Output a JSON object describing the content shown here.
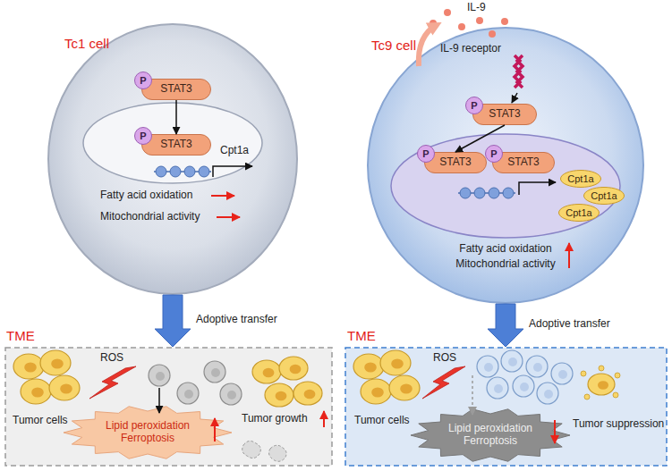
{
  "diagram": {
    "nodes": [
      {
        "text": [
          "Tc1 cell"
        ]
      },
      {
        "text": [
          "STAT3"
        ],
        "in": 0
      },
      {
        "text": [
          "P"
        ],
        "in": 1
      },
      {
        "text": [
          "STAT3"
        ],
        "in": 0
      },
      {
        "text": [
          "P"
        ],
        "in": 3
      },
      {
        "text": [
          "TME"
        ]
      },
      {
        "text": [
          "Lipid peroxidation",
          "Ferroptosis"
        ],
        "in": 5
      },
      {
        "text": [
          "Tc9 cell"
        ]
      },
      {
        "text": [
          "STAT3"
        ],
        "in": 7
      },
      {
        "text": [
          "P"
        ],
        "in": 8
      },
      {
        "text": [
          "STAT3"
        ],
        "in": 7
      },
      {
        "text": [
          "P"
        ],
        "in": 10
      },
      {
        "text": [
          "STAT3"
        ],
        "in": 7
      },
      {
        "text": [
          "P"
        ],
        "in": 12
      },
      {
        "text": [
          "Cpt1a"
        ],
        "in": 7
      },
      {
        "text": [
          "Cpt1a"
        ],
        "in": 7
      },
      {
        "text": [
          "Cpt1a"
        ],
        "in": 7
      },
      {
        "text": [
          "TME"
        ]
      },
      {
        "text": [
          "Lipid peroxidation",
          "Ferroptosis"
        ],
        "in": 17
      }
    ],
    "edges": [
      {
        "from": 1,
        "to": 3,
        "arrow": "to"
      },
      {
        "from": 8,
        "to": 10,
        "arrow": "to"
      },
      {
        "from": 0,
        "to": 5,
        "label": "Adoptive transfer",
        "arrow": "to"
      },
      {
        "from": 7,
        "to": 17,
        "label": "Adoptive transfer",
        "arrow": "to"
      }
    ],
    "labels": [
      "Cpt1a",
      "Fatty acid oxidation",
      "Mitochondrial activity",
      "ROS",
      "Tumor cells",
      "Tumor growth",
      "IL-9",
      "IL-9 receptor",
      "Fatty acid oxidation",
      "Mitochondrial activity",
      "ROS",
      "Tumor cells",
      "Tumor suppression"
    ]
  }
}
